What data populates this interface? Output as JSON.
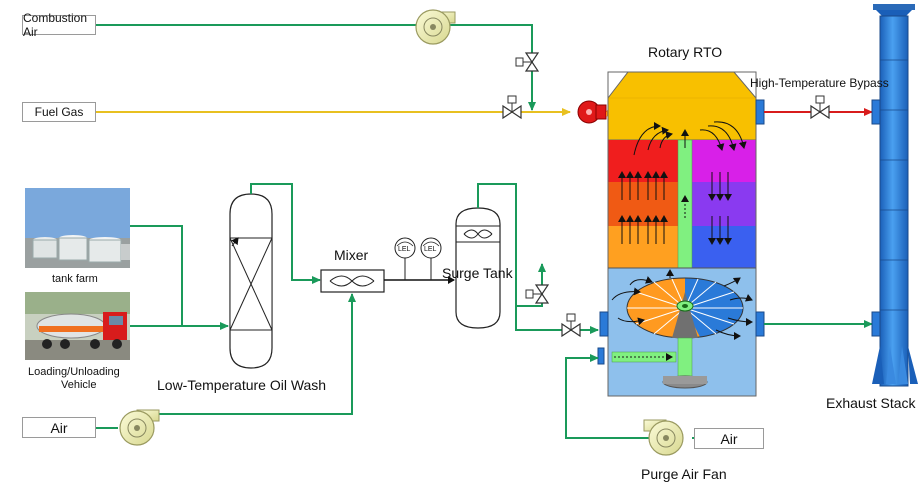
{
  "labels": {
    "combustion_air": "Combustion Air",
    "fuel_gas": "Fuel Gas",
    "rotary_rto": "Rotary RTO",
    "high_temp_bypass": "High-Temperature Bypass",
    "tank_farm": "tank farm",
    "loading_line1": "Loading/Unloading",
    "loading_line2": "Vehicle",
    "low_temp_oil_wash": "Low-Temperature Oil Wash",
    "mixer": "Mixer",
    "lel1": "LEL",
    "lel2": "LEL",
    "surge_tank": "Surge Tank",
    "air_left": "Air",
    "air_right": "Air",
    "purge_air_fan": "Purge Air Fan",
    "exhaust_stack": "Exhaust Stack"
  },
  "colors": {
    "air_line": "#1a9a5a",
    "fuel_line": "#e8c020",
    "bypass_line": "#d81c1c",
    "rto_top": "#f8c000",
    "rto_hot_left": "#f04010",
    "rto_hot_right": "#c030e0",
    "rto_bottom": "#8ec0ec",
    "stack": "#2a7ad8",
    "center_duct": "#80f080"
  },
  "icons": [
    "fan-icon",
    "valve-icon",
    "burner-icon",
    "flame-icon",
    "mixer-element-icon",
    "lel-gauge-icon",
    "rotary-valve-icon"
  ]
}
